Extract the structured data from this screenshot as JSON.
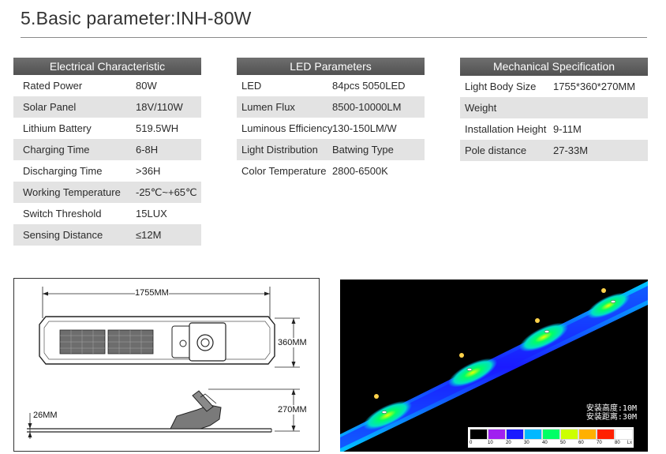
{
  "heading": "5.Basic parameter:INH-80W",
  "electrical": {
    "title": "Electrical Characteristic",
    "rows": [
      {
        "key": "Rated Power",
        "value": "80W"
      },
      {
        "key": "Solar Panel",
        "value": "18V/110W"
      },
      {
        "key": "Lithium Battery",
        "value": "519.5WH"
      },
      {
        "key": "Charging Time",
        "value": "6-8H"
      },
      {
        "key": "Discharging Time",
        "value": ">36H"
      },
      {
        "key": "Working Temperature",
        "value": "-25℃~+65℃"
      },
      {
        "key": "Switch Threshold",
        "value": "15LUX"
      },
      {
        "key": "Sensing Distance",
        "value": "≤12M"
      }
    ]
  },
  "led": {
    "title": "LED Parameters",
    "rows": [
      {
        "key": "LED",
        "value": "84pcs 5050LED"
      },
      {
        "key": "Lumen Flux",
        "value": "8500-10000LM"
      },
      {
        "key": "Luminous Efficiency",
        "value": "130-150LM/W"
      },
      {
        "key": "Light Distribution",
        "value": "Batwing Type"
      },
      {
        "key": "Color Temperature",
        "value": "2800-6500K"
      }
    ]
  },
  "mechanical": {
    "title": "Mechanical Specification",
    "rows": [
      {
        "key": "Light Body Size",
        "value": "1755*360*270MM"
      },
      {
        "key": "Weight",
        "value": ""
      },
      {
        "key": "Installation Height",
        "value": "9-11M"
      },
      {
        "key": "Pole distance",
        "value": "27-33M"
      }
    ]
  },
  "drawing": {
    "length": "1755MM",
    "width": "360MM",
    "height": "270MM",
    "thickness": "26MM"
  },
  "lux_map": {
    "note_height": "安装高度:10M",
    "note_distance": "安装距离:30M",
    "unit": "Lx",
    "scale": [
      {
        "label": "0",
        "color": "#000000"
      },
      {
        "label": "10",
        "color": "#a020f0"
      },
      {
        "label": "20",
        "color": "#1a1aff"
      },
      {
        "label": "30",
        "color": "#00b8ff"
      },
      {
        "label": "40",
        "color": "#00ff66"
      },
      {
        "label": "50",
        "color": "#ccff00"
      },
      {
        "label": "60",
        "color": "#ffb000"
      },
      {
        "label": "70",
        "color": "#ff2000"
      },
      {
        "label": "80",
        "color": "#ffffff"
      }
    ]
  }
}
